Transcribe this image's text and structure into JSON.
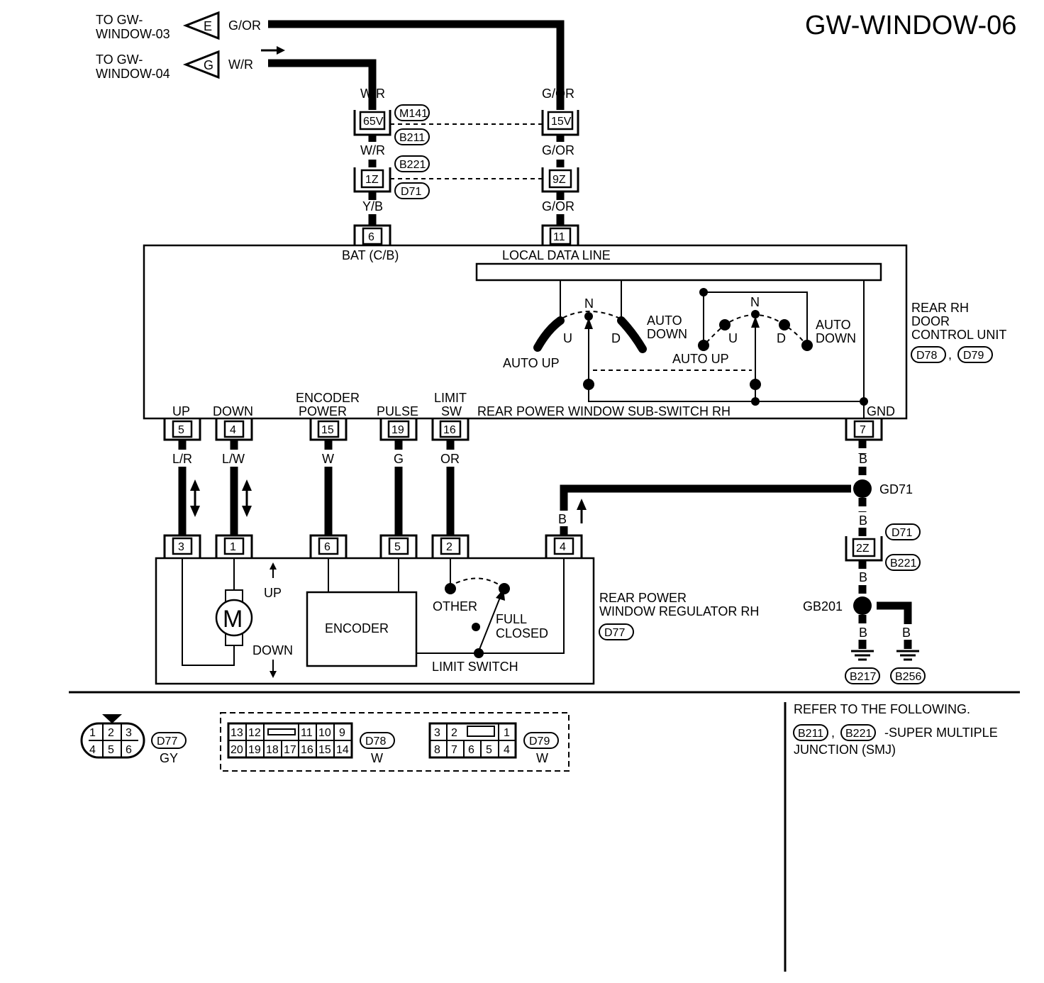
{
  "title": "GW-WINDOW-06",
  "refs": {
    "to_03": [
      "TO GW-",
      "WINDOW-03"
    ],
    "to_04": [
      "TO GW-",
      "WINDOW-04"
    ],
    "flag_e": "E",
    "flag_g": "G"
  },
  "wires": {
    "g_or": "G/OR",
    "w_r": "W/R",
    "y_b": "Y/B",
    "l_r": "L/R",
    "l_w": "L/W",
    "w": "W",
    "g": "G",
    "or": "OR",
    "b": "B"
  },
  "connectors": {
    "m141": "M141",
    "b211": "B211",
    "b221": "B221",
    "d71": "D71",
    "d77": "D77",
    "d78": "D78",
    "d79": "D79",
    "b217": "B217",
    "b256": "B256",
    "p65v": "65V",
    "p15v": "15V",
    "p1z": "1Z",
    "p9z": "9Z",
    "p2z": "2Z"
  },
  "control_unit": {
    "name": [
      "REAR RH",
      "DOOR",
      "CONTROL UNIT"
    ],
    "sep": ",",
    "bat": "BAT (C/B)",
    "local_data_line": "LOCAL DATA LINE",
    "sub_switch": "REAR POWER WINDOW SUB-SWITCH RH",
    "gnd": "GND",
    "pin_labels": {
      "up": "UP",
      "down": "DOWN",
      "encoder_power": [
        "ENCODER",
        "POWER"
      ],
      "pulse": "PULSE",
      "limit_sw": [
        "LIMIT",
        "SW"
      ]
    },
    "switch_labels": {
      "n": "N",
      "u": "U",
      "d": "D",
      "auto_up": "AUTO UP",
      "auto_down": [
        "AUTO",
        "DOWN"
      ]
    },
    "pins_top": [
      "6",
      "11"
    ],
    "pins_bottom": [
      "5",
      "4",
      "15",
      "19",
      "16",
      "7"
    ]
  },
  "regulator": {
    "name": [
      "REAR POWER",
      "WINDOW REGULATOR RH"
    ],
    "pins": [
      "3",
      "1",
      "6",
      "5",
      "2",
      "4"
    ],
    "motor": "M",
    "encoder": "ENCODER",
    "up": "UP",
    "down": "DOWN",
    "other": "OTHER",
    "full_closed": [
      "FULL",
      "CLOSED"
    ],
    "limit_switch": "LIMIT SWITCH"
  },
  "grounds": {
    "gd71": "GD71",
    "gb201": "GB201"
  },
  "connector_views": {
    "d77": {
      "pins_top": [
        "1",
        "2",
        "3"
      ],
      "pins_bottom": [
        "4",
        "5",
        "6"
      ],
      "color": "GY"
    },
    "d78": {
      "pins_top": [
        "13",
        "12",
        "11",
        "10",
        "9"
      ],
      "pins_bottom": [
        "20",
        "19",
        "18",
        "17",
        "16",
        "15",
        "14"
      ],
      "color": "W"
    },
    "d79": {
      "pins_top": [
        "3",
        "2",
        "1"
      ],
      "pins_bottom": [
        "8",
        "7",
        "6",
        "5",
        "4"
      ],
      "color": "W"
    }
  },
  "reference": {
    "heading": "REFER TO THE FOLLOWING.",
    "sep": ",",
    "smj_line1": "-SUPER MULTIPLE",
    "smj_line2": "JUNCTION (SMJ)"
  }
}
